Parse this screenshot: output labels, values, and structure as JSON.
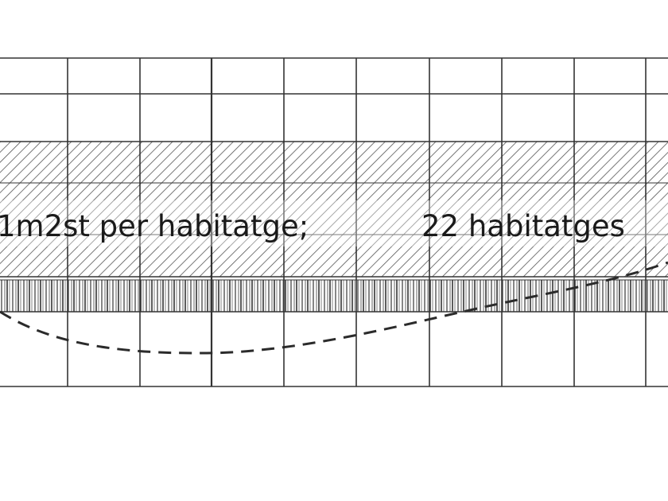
{
  "diagram": {
    "label_left": "1m2st per habitatge;",
    "label_right": "22 habitatges",
    "colors": {
      "background": "#ffffff",
      "grid_line": "#333333",
      "hatch": "#555555",
      "vertical_stripe": "#444444",
      "curve": "#2b2b2b",
      "text": "#1a1a1a"
    },
    "pattern_names": [
      "diagonal-hatch",
      "vertical-stripes",
      "dashed-curve"
    ]
  }
}
